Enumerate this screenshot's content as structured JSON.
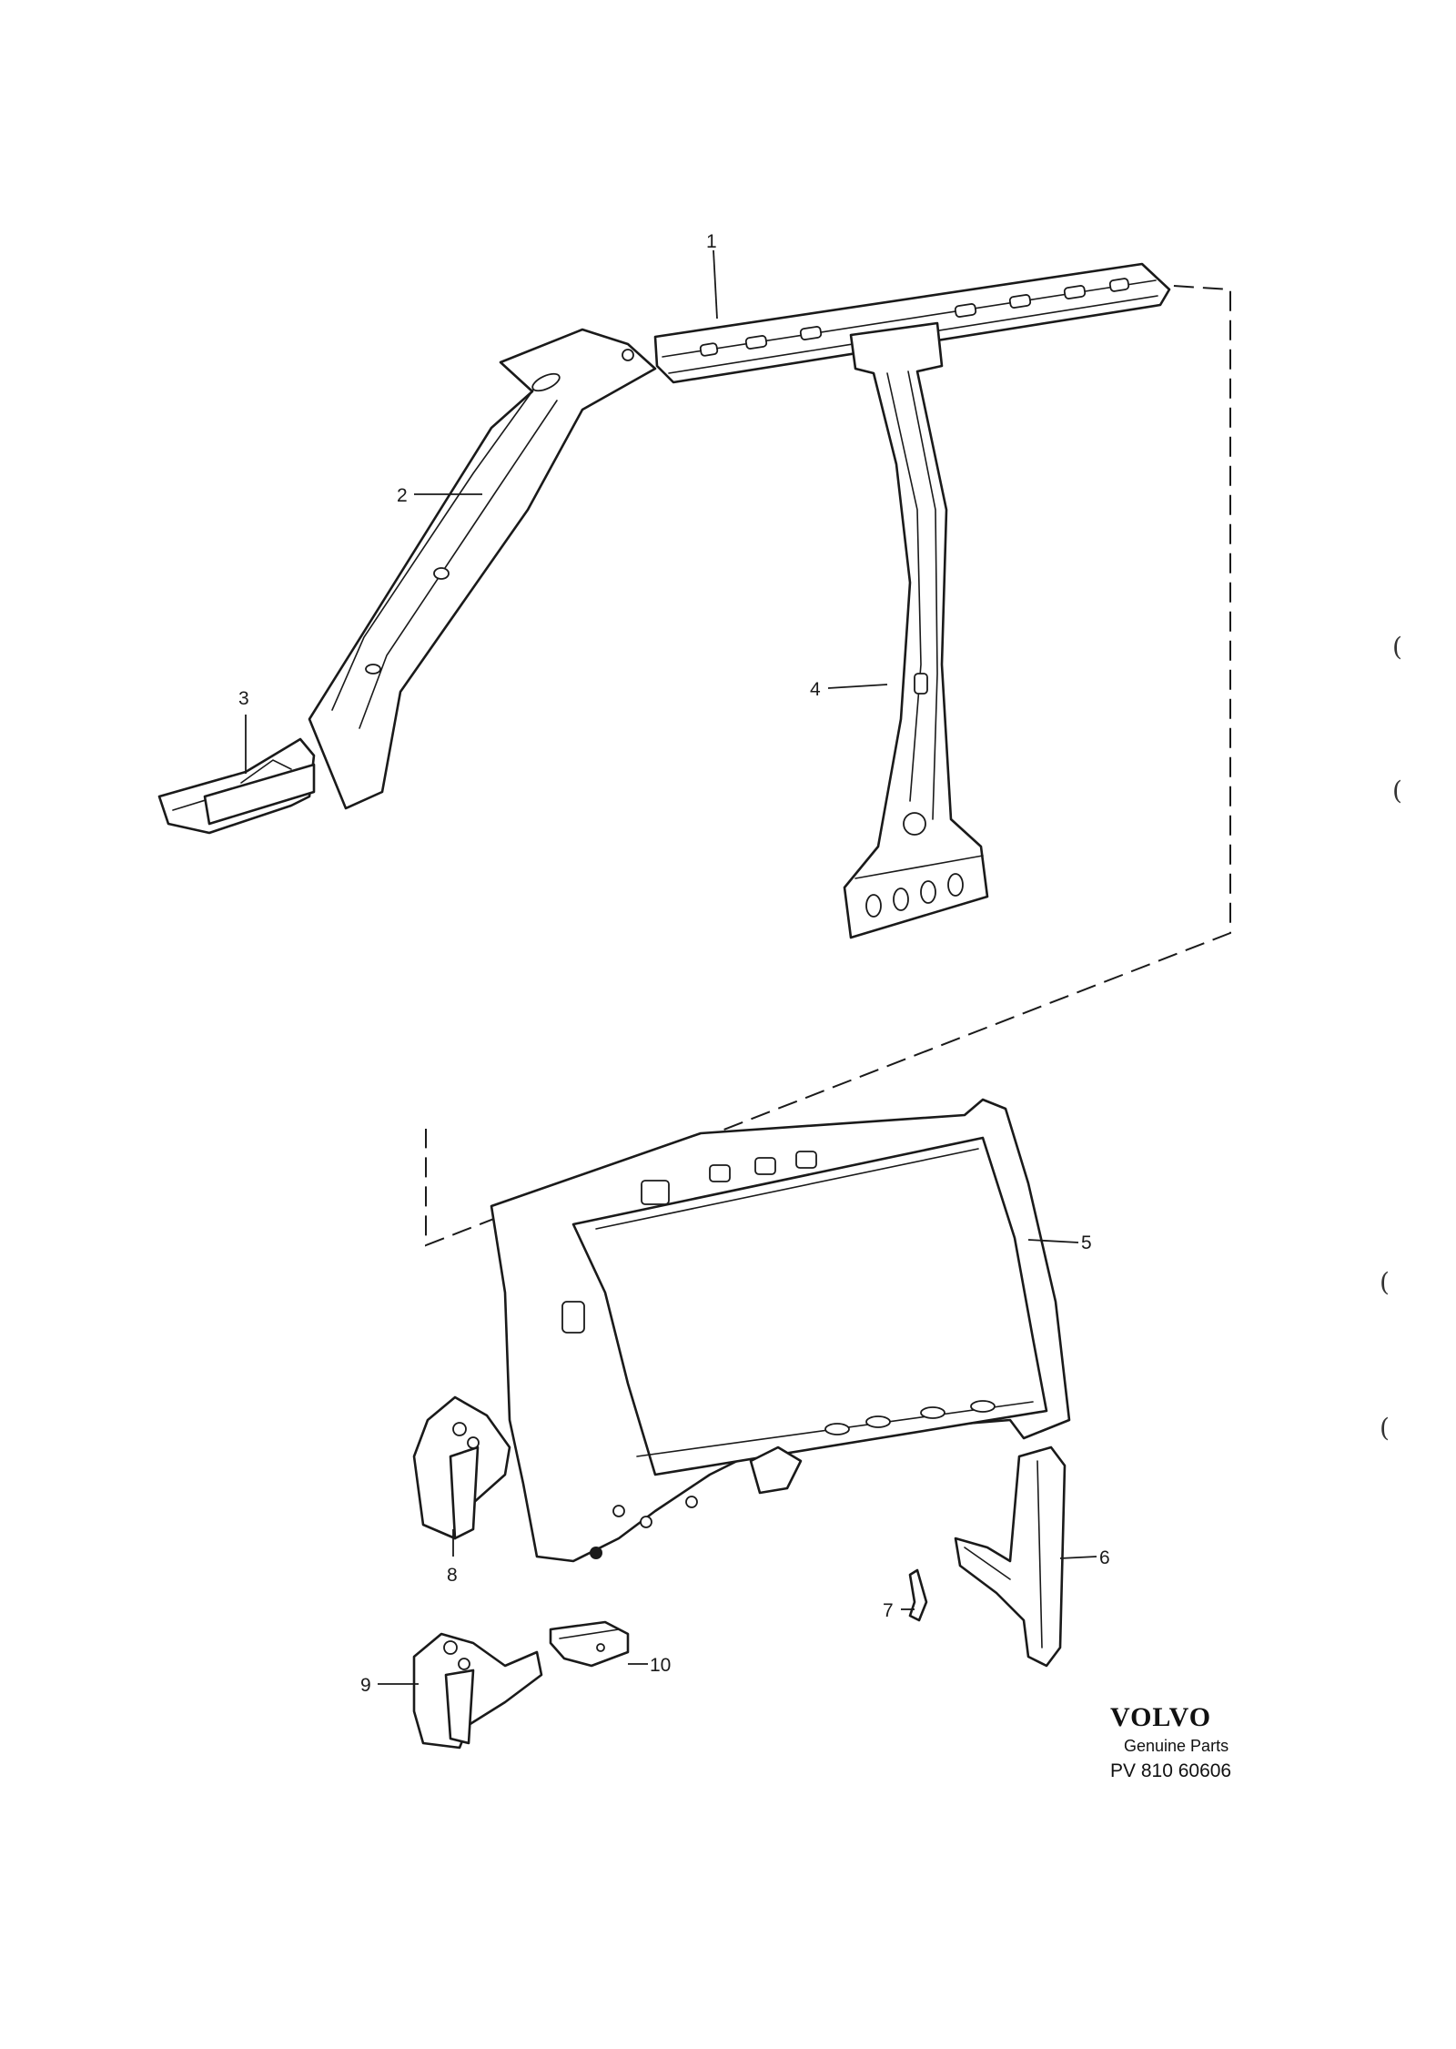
{
  "callouts": [
    {
      "id": "1",
      "label": "1"
    },
    {
      "id": "2",
      "label": "2"
    },
    {
      "id": "3",
      "label": "3"
    },
    {
      "id": "4",
      "label": "4"
    },
    {
      "id": "5",
      "label": "5"
    },
    {
      "id": "6",
      "label": "6"
    },
    {
      "id": "7",
      "label": "7"
    },
    {
      "id": "8",
      "label": "8"
    },
    {
      "id": "9",
      "label": "9"
    },
    {
      "id": "10",
      "label": "10"
    }
  ],
  "branding": {
    "logo_text": "VOLVO",
    "subtitle": "Genuine Parts",
    "part_number": "PV 810 60606"
  },
  "margin_marks": [
    "(",
    "(",
    "(",
    "("
  ],
  "colors": {
    "ink": "#1a1a1a",
    "paper": "#ffffff"
  }
}
